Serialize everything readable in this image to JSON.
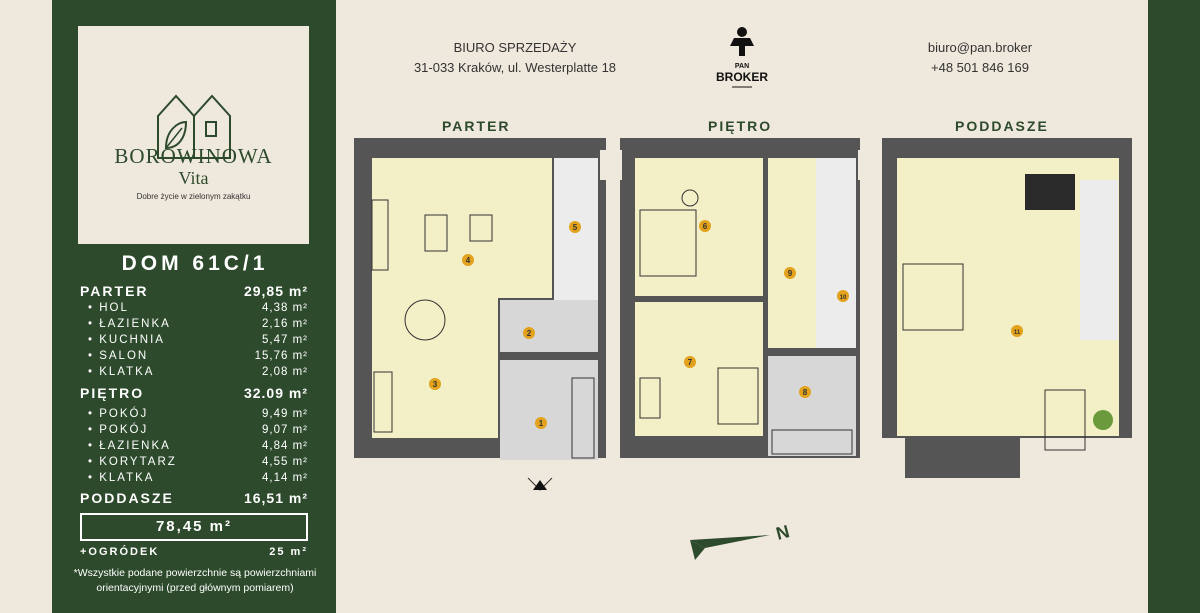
{
  "brand": {
    "name": "BOROWINOWA",
    "subname": "Vita",
    "tagline": "Dobre życie w zielonym zakątku"
  },
  "house_title": "DOM 61C/1",
  "parter": {
    "label": "PARTER",
    "area": "29,85 m²",
    "rooms": [
      {
        "name": "• HOL",
        "area": "4,38 m²"
      },
      {
        "name": "• ŁAZIENKA",
        "area": "2,16 m²"
      },
      {
        "name": "• KUCHNIA",
        "area": "5,47 m²"
      },
      {
        "name": "• SALON",
        "area": "15,76 m²"
      },
      {
        "name": "• KLATKA",
        "area": "2,08 m²"
      }
    ]
  },
  "pietro": {
    "label": "PIĘTRO",
    "area": "32.09 m²",
    "rooms": [
      {
        "name": "• POKÓJ",
        "area": "9,49 m²"
      },
      {
        "name": "• POKÓJ",
        "area": "9,07 m²"
      },
      {
        "name": "• ŁAZIENKA",
        "area": "4,84 m²"
      },
      {
        "name": "• KORYTARZ",
        "area": "4,55 m²"
      },
      {
        "name": "• KLATKA",
        "area": "4,14 m²"
      }
    ]
  },
  "poddasze": {
    "label": "PODDASZE",
    "area": "16,51 m²"
  },
  "total": "78,45 m²",
  "garden": {
    "label": "+OGRÓDEK",
    "area": "25 m²"
  },
  "note": "*Wszystkie podane powierzchnie są powierzchniami orientacyjnymi (przed głównym pomiarem)",
  "office": {
    "line1": "BIURO SPRZEDAŻY",
    "line2": "31-033 Kraków, ul. Westerplatte 18"
  },
  "contact": {
    "email": "biuro@pan.broker",
    "phone": "+48 501 846 169"
  },
  "broker_logo": {
    "small": "PAN",
    "big": "BROKER"
  },
  "floors": {
    "parter": "PARTER",
    "pietro": "PIĘTRO",
    "poddasze": "PODDASZE"
  },
  "room_numbers": [
    "1",
    "2",
    "3",
    "4",
    "5",
    "6",
    "7",
    "8",
    "9",
    "10",
    "11"
  ],
  "compass": "N",
  "colors": {
    "green": "#2d4a2c",
    "beige": "#efe8dc",
    "room": "#f3efc6",
    "wet": "#d7d7d7",
    "marker": "#e2a21c"
  }
}
